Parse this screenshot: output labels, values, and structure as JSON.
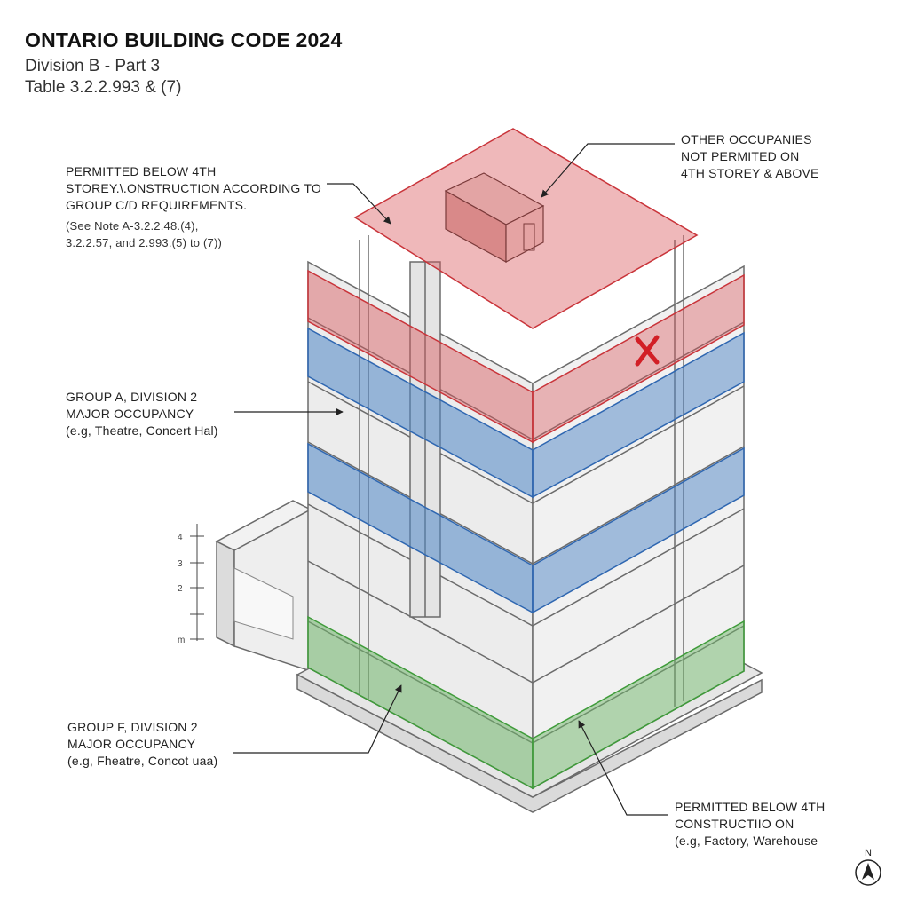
{
  "header": {
    "title": "ONTARIO BUILDING CODE 2024",
    "subtitle_1": "Division B - Part 3",
    "subtitle_2": "Table 3.2.2.993 & (7)"
  },
  "callouts": {
    "top_left": {
      "line1": "PERMITTED BELOW 4TH",
      "line2": "STOREY.\\.ONSTRUCTION ACCORDING TO",
      "line3": "GROUP C/D REQUIREMENTS.",
      "line4": "(See Note A-3.2.2.48.(4),",
      "line5": "3.2.2.57, and 2.993.(5) to (7))"
    },
    "top_right": {
      "line1": "OTHER OCCUPANIES",
      "line2": "NOT PERMITED ON",
      "line3": "4TH STOREY & ABOVE"
    },
    "mid_left": {
      "line1": "GROUP A, DIVISION 2",
      "line2": "MAJOR OCCUPANCY",
      "line3": "(e.g, Theatre, Concert Hal)"
    },
    "bottom_left": {
      "line1": "GROUP F, DIVISION 2",
      "line2": "MAJOR OCCUPANCY",
      "line3": "(e.g, Fheatre, Concot uaa)"
    },
    "bottom_right": {
      "line1": "PERMITTED BELOW 4TH",
      "line2": "CONSTRUCTIIO ON",
      "line3": "(e.g, Factory, Warehouse"
    }
  },
  "scale_marks": [
    "4",
    "3",
    "2",
    "m"
  ],
  "compass": {
    "letter": "N",
    "icon": "north-arrow-icon"
  },
  "colors": {
    "red_zone": "#d9565a",
    "blue_zone": "#4f86c6",
    "green_zone": "#6fb56a",
    "structure": "#e9e9e9",
    "outline": "#6b6b6b",
    "prohibited_mark": "#d21f26"
  }
}
